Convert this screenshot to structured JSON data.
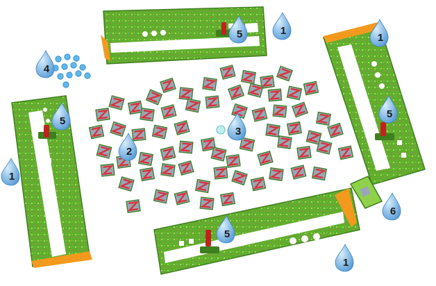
{
  "colors": {
    "board_green": "#5fae2c",
    "board_light": "#8fd24a",
    "board_dark": "#3e7f1e",
    "slot_white": "#ffffff",
    "flame_orange": "#f39a1e",
    "tile_red": "#d8343b",
    "tile_face": "#9aa6b8",
    "tile_border": "#3f7f2a",
    "drop_blue": "#4d95d3",
    "drop_light": "#b9dcf3",
    "bead_blue": "#5fb8ee",
    "marker_red": "#c0231c"
  },
  "components": [
    {
      "id": "game-board",
      "label": "1",
      "count": 4
    },
    {
      "id": "letter-tiles",
      "label": "2"
    },
    {
      "id": "center-token",
      "label": "3"
    },
    {
      "id": "blue-beads",
      "label": "4",
      "count": 12
    },
    {
      "id": "player-marker",
      "label": "5",
      "count": 4
    },
    {
      "id": "single-tile-card",
      "label": "6"
    }
  ],
  "callouts": [
    "1",
    "1",
    "1",
    "1",
    "2",
    "3",
    "4",
    "5",
    "5",
    "5",
    "5",
    "6"
  ]
}
